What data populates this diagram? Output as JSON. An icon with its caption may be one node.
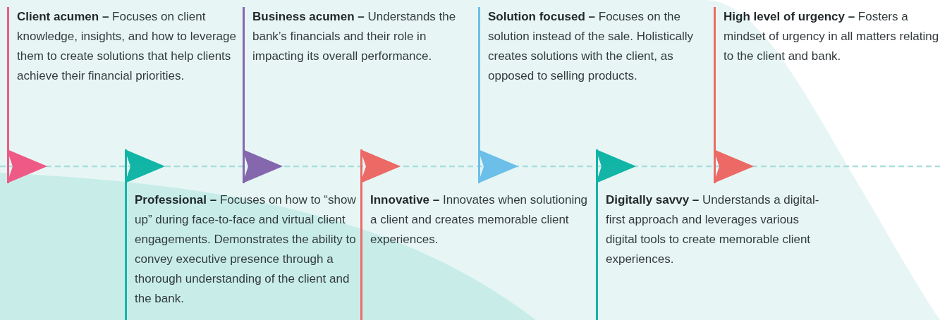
{
  "diagram": {
    "nodes": [
      {
        "text": [
          "**Client acumen  –** Focuses on client knowledge, insights, and how to leverage them to create solutions that help clients achieve their financial priorities."
        ]
      },
      {
        "text": [
          "**Professional  –** Focuses on how to “show up” during face-to-face and virtual client engagements. Demonstrates the ability to convey executive presence through a thorough understanding of the client and the bank."
        ]
      },
      {
        "text": [
          "**Business acumen –** Understands the bank’s financials and their role in impacting its overall performance."
        ]
      },
      {
        "text": [
          "**Innovative –** Innovates when solutioning a client and creates memorable client experiences."
        ]
      },
      {
        "text": [
          "**Solution focused –** Focuses on the solution instead of the sale. Holistically creates solutions with the client, as opposed to selling products."
        ]
      },
      {
        "text": [
          "**Digitally savvy –** Understands a digital-first approach and leverages various digital tools to create memorable client experiences."
        ]
      },
      {
        "text": [
          "**High level of urgency –** Fosters a mindset of urgency in all matters relating to the client and bank."
        ]
      }
    ]
  }
}
